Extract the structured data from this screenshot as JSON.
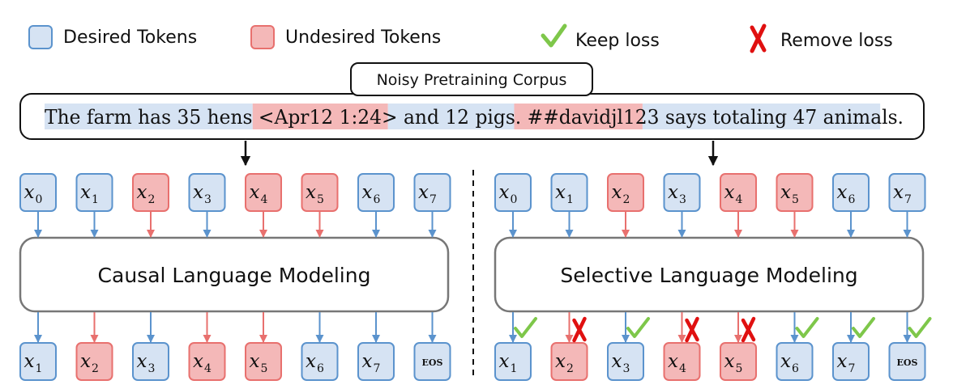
{
  "colors": {
    "desired_fill": "#d6e3f3",
    "desired_stroke": "#5b93cd",
    "undesired_fill": "#f4b8b8",
    "undesired_stroke": "#e8706e",
    "check": "#7ec74a",
    "cross": "#e01010",
    "box_stroke": "#777777"
  },
  "legend": {
    "desired": "Desired Tokens",
    "undesired": "Undesired Tokens",
    "keep": "Keep loss",
    "remove": "Remove loss"
  },
  "corpus": {
    "title": "Noisy Pretraining Corpus",
    "segments": [
      {
        "text": "The farm has 35 hens ",
        "type": "desired"
      },
      {
        "text": "<Apr12 1:24>",
        "type": "undesired"
      },
      {
        "text": " and 12 pigs. ",
        "type": "desired"
      },
      {
        "text": "##davidjl123",
        "type": "undesired"
      },
      {
        "text": " says totaling 47 animals.",
        "type": "desired"
      }
    ]
  },
  "causal": {
    "label": "Causal Language Modeling",
    "inputs": [
      {
        "base": "x",
        "sub": "0",
        "type": "desired"
      },
      {
        "base": "x",
        "sub": "1",
        "type": "desired"
      },
      {
        "base": "x",
        "sub": "2",
        "type": "undesired"
      },
      {
        "base": "x",
        "sub": "3",
        "type": "desired"
      },
      {
        "base": "x",
        "sub": "4",
        "type": "undesired"
      },
      {
        "base": "x",
        "sub": "5",
        "type": "undesired"
      },
      {
        "base": "x",
        "sub": "6",
        "type": "desired"
      },
      {
        "base": "x",
        "sub": "7",
        "type": "desired"
      }
    ],
    "outputs": [
      {
        "base": "x",
        "sub": "1",
        "type": "desired"
      },
      {
        "base": "x",
        "sub": "2",
        "type": "undesired"
      },
      {
        "base": "x",
        "sub": "3",
        "type": "desired"
      },
      {
        "base": "x",
        "sub": "4",
        "type": "undesired"
      },
      {
        "base": "x",
        "sub": "5",
        "type": "undesired"
      },
      {
        "base": "x",
        "sub": "6",
        "type": "desired"
      },
      {
        "base": "x",
        "sub": "7",
        "type": "desired"
      },
      {
        "eos": "EOS",
        "type": "desired"
      }
    ]
  },
  "selective": {
    "label": "Selective Language Modeling",
    "inputs": [
      {
        "base": "x",
        "sub": "0",
        "type": "desired"
      },
      {
        "base": "x",
        "sub": "1",
        "type": "desired"
      },
      {
        "base": "x",
        "sub": "2",
        "type": "undesired"
      },
      {
        "base": "x",
        "sub": "3",
        "type": "desired"
      },
      {
        "base": "x",
        "sub": "4",
        "type": "undesired"
      },
      {
        "base": "x",
        "sub": "5",
        "type": "undesired"
      },
      {
        "base": "x",
        "sub": "6",
        "type": "desired"
      },
      {
        "base": "x",
        "sub": "7",
        "type": "desired"
      }
    ],
    "outputs": [
      {
        "base": "x",
        "sub": "1",
        "type": "desired",
        "loss": "keep"
      },
      {
        "base": "x",
        "sub": "2",
        "type": "undesired",
        "loss": "remove"
      },
      {
        "base": "x",
        "sub": "3",
        "type": "desired",
        "loss": "keep"
      },
      {
        "base": "x",
        "sub": "4",
        "type": "undesired",
        "loss": "remove"
      },
      {
        "base": "x",
        "sub": "5",
        "type": "undesired",
        "loss": "remove"
      },
      {
        "base": "x",
        "sub": "6",
        "type": "desired",
        "loss": "keep"
      },
      {
        "base": "x",
        "sub": "7",
        "type": "desired",
        "loss": "keep"
      },
      {
        "eos": "EOS",
        "type": "desired",
        "loss": "keep"
      }
    ]
  }
}
